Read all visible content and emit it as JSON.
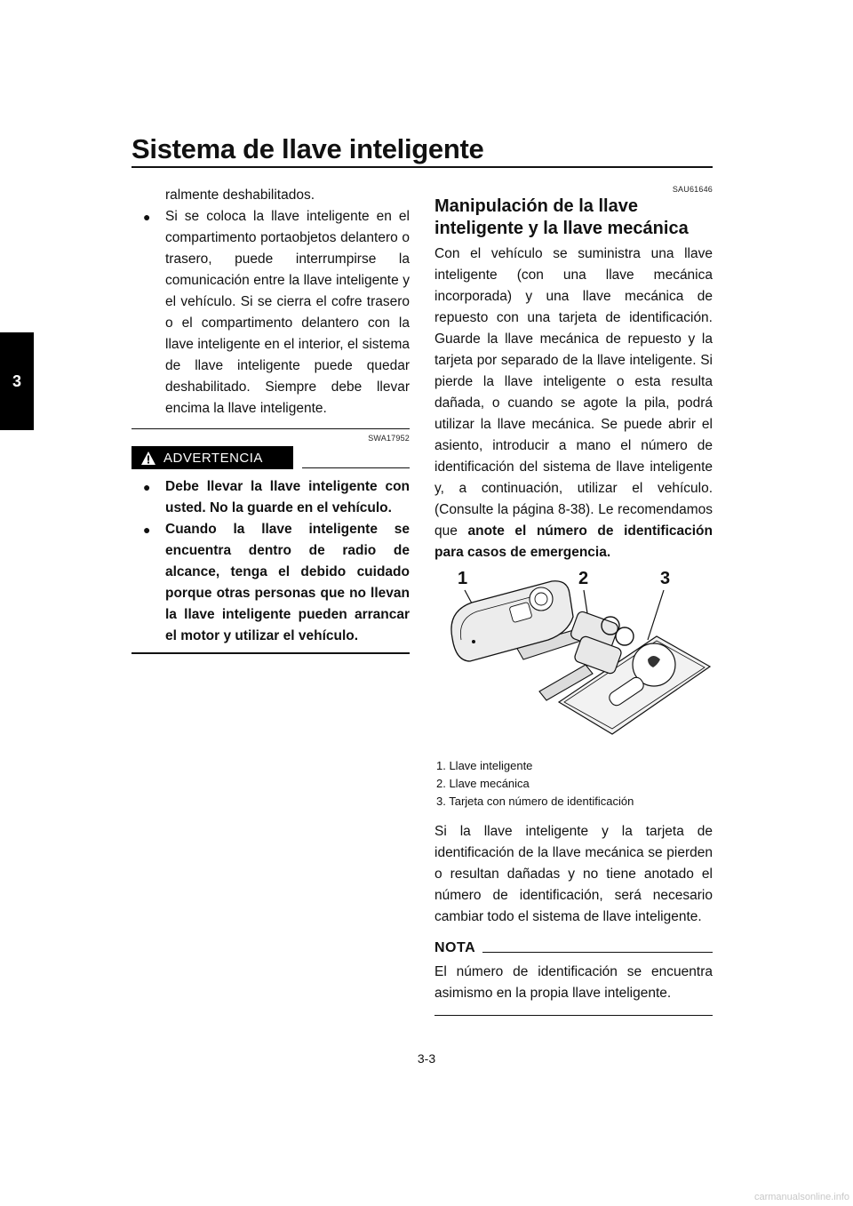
{
  "header": {
    "title": "Sistema de llave inteligente"
  },
  "chapter_tab": "3",
  "left_column": {
    "continued_text": "ralmente deshabilitados.",
    "bullet_text": "Si se coloca la llave inteligente en el compartimento portaobjetos delantero o trasero, puede interrumpirse la comunicación entre la llave inteligente y el vehículo. Si se cierra el cofre trasero o el compartimento delantero con la llave inteligente en el interior, el sistema de llave inteligente puede quedar deshabilitado. Siempre debe llevar encima la llave inteligente.",
    "warning_code": "SWA17952",
    "warning_label": "ADVERTENCIA",
    "warning_items": [
      "Debe llevar la llave inteligente con usted. No la guarde en el vehículo.",
      "Cuando la llave inteligente se encuentra dentro de radio de alcance, tenga el debido cuidado porque otras personas que no llevan la llave inteligente pueden arrancar el motor y utilizar el vehículo."
    ]
  },
  "right_column": {
    "section_code": "SAU61646",
    "section_heading": "Manipulación de la llave inteligente y la llave mecánica",
    "para1_text": "Con el vehículo se suministra una llave inteligente (con una llave mecánica incorporada) y una llave mecánica de repuesto con una tarjeta de identificación. Guarde la llave mecánica de repuesto y la tarjeta por separado de la llave inteligente. Si pierde la llave inteligente o esta resulta dañada, o cuando se agote la pila, podrá utilizar la llave mecánica. Se puede abrir el asiento, introducir a mano el número de identificación del sistema de llave inteligente y, a continuación, utilizar el vehículo. (Consulte la página 8-38). Le recomendamos que",
    "para1_bold": "anote el número de identificación para casos de emergencia.",
    "figure_callouts": [
      "1",
      "2",
      "3"
    ],
    "figure_captions": [
      "1.  Llave inteligente",
      "2.  Llave mecánica",
      "3.  Tarjeta con número de identificación"
    ],
    "para2_text": "Si la llave inteligente y la tarjeta de identificación de la llave mecánica se pierden o resultan dañadas y no tiene anotado el número de identificación, será necesario cambiar todo el sistema de llave inteligente.",
    "nota_label": "NOTA",
    "nota_text": "El número de identificación se encuentra asimismo en la propia llave inteligente."
  },
  "footer": {
    "page_number": "3-3",
    "watermark": "carmanualsonline.info"
  }
}
